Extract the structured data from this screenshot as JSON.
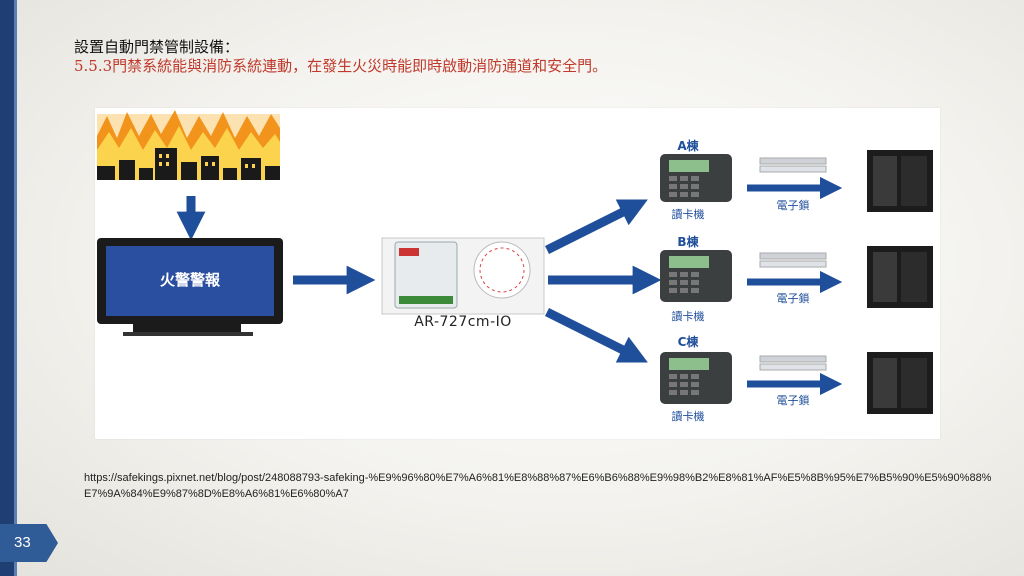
{
  "title": {
    "line1": "設置自動門禁管制設備：",
    "line2": "5.5.3門禁系統能與消防系統連動，在發生火災時能即時啟動消防通道和安全門。"
  },
  "diagram": {
    "alarm_label": "火警警報",
    "controller_label": "AR-727cm-IO",
    "reader_label": "讀卡機",
    "lock_label": "電子鎖",
    "buildings": [
      "A棟",
      "B棟",
      "C棟"
    ],
    "colors": {
      "arrow": "#1f4e9a",
      "fire": "#f2941c",
      "screen": "#2a4ea0"
    }
  },
  "source_url": "https://safekings.pixnet.net/blog/post/248088793-safeking-%E9%96%80%E7%A6%81%E8%88%87%E6%B6%88%E9%98%B2%E8%81%AF%E5%8B%95%E7%B5%90%E5%90%88%E7%9A%84%E9%87%8D%E8%A6%81%E6%80%A7",
  "page_number": "33"
}
